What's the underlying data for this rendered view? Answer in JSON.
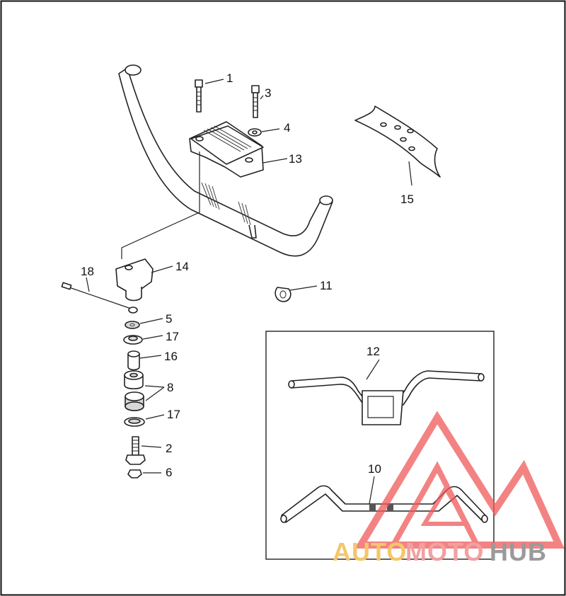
{
  "callouts": {
    "c1": "1",
    "c2": "2",
    "c3": "3",
    "c4": "4",
    "c5": "5",
    "c6": "6",
    "c8": "8",
    "c10": "10",
    "c11": "11",
    "c12": "12",
    "c13": "13",
    "c14": "14",
    "c15": "15",
    "c16": "16",
    "c17a": "17",
    "c17b": "17",
    "c18": "18"
  },
  "watermark": {
    "part_auto": "AUTO",
    "part_moto": "MOTO",
    "part_hub": "HUB",
    "colors": {
      "auto": "#f4c76a",
      "moto": "#f2a0a0",
      "hub": "#9a9a9a",
      "triangle": "#ef5a5a"
    }
  }
}
